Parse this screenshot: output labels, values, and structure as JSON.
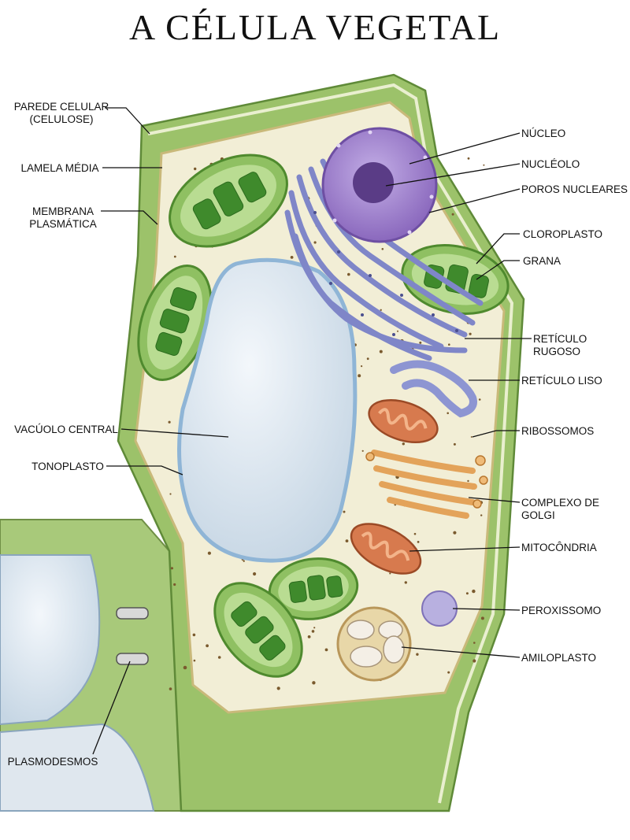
{
  "title": "A CÉLULA VEGETAL",
  "colors": {
    "cell_wall": "#9cc26a",
    "cytoplasm": "#f2eed6",
    "chloroplast": "#6fae45",
    "grana": "#3f8a2c",
    "nucleus": "#9b7ccc",
    "nucleolus": "#5a3c86",
    "reticulum": "#7f86c8",
    "vacuole": "#d8e4ee",
    "mitochondria": "#d77a4e",
    "golgi": "#e3a35a",
    "peroxisome": "#b8b0e0",
    "amyloplast": "#e8d7a8"
  },
  "labels_left": {
    "parede_celular": "PAREDE CELULAR\n(CELULOSE)",
    "lamela_media": "LAMELA MÉDIA",
    "membrana_plasmatica": "MEMBRANA\nPLASMÁTICA",
    "vacuolo_central": "VACÚOLO CENTRAL",
    "tonoplasto": "TONOPLASTO",
    "plasmodesmos": "PLASMODESMOS"
  },
  "labels_right": {
    "nucleo": "NÚCLEO",
    "nucleolo": "NUCLÉOLO",
    "poros_nucleares": "POROS NUCLEARES",
    "cloroplasto": "CLOROPLASTO",
    "grana": "GRANA",
    "reticulo_rugoso": "RETÍCULO RUGOSO",
    "reticulo_liso": "RETÍCULO LISO",
    "ribossomos": "RIBOSSOMOS",
    "complexo_golgi": "COMPLEXO DE GOLGI",
    "mitocondria": "MITOCÔNDRIA",
    "peroxissomo": "PEROXISSOMO",
    "amiloplasto": "AMILOPLASTO"
  }
}
